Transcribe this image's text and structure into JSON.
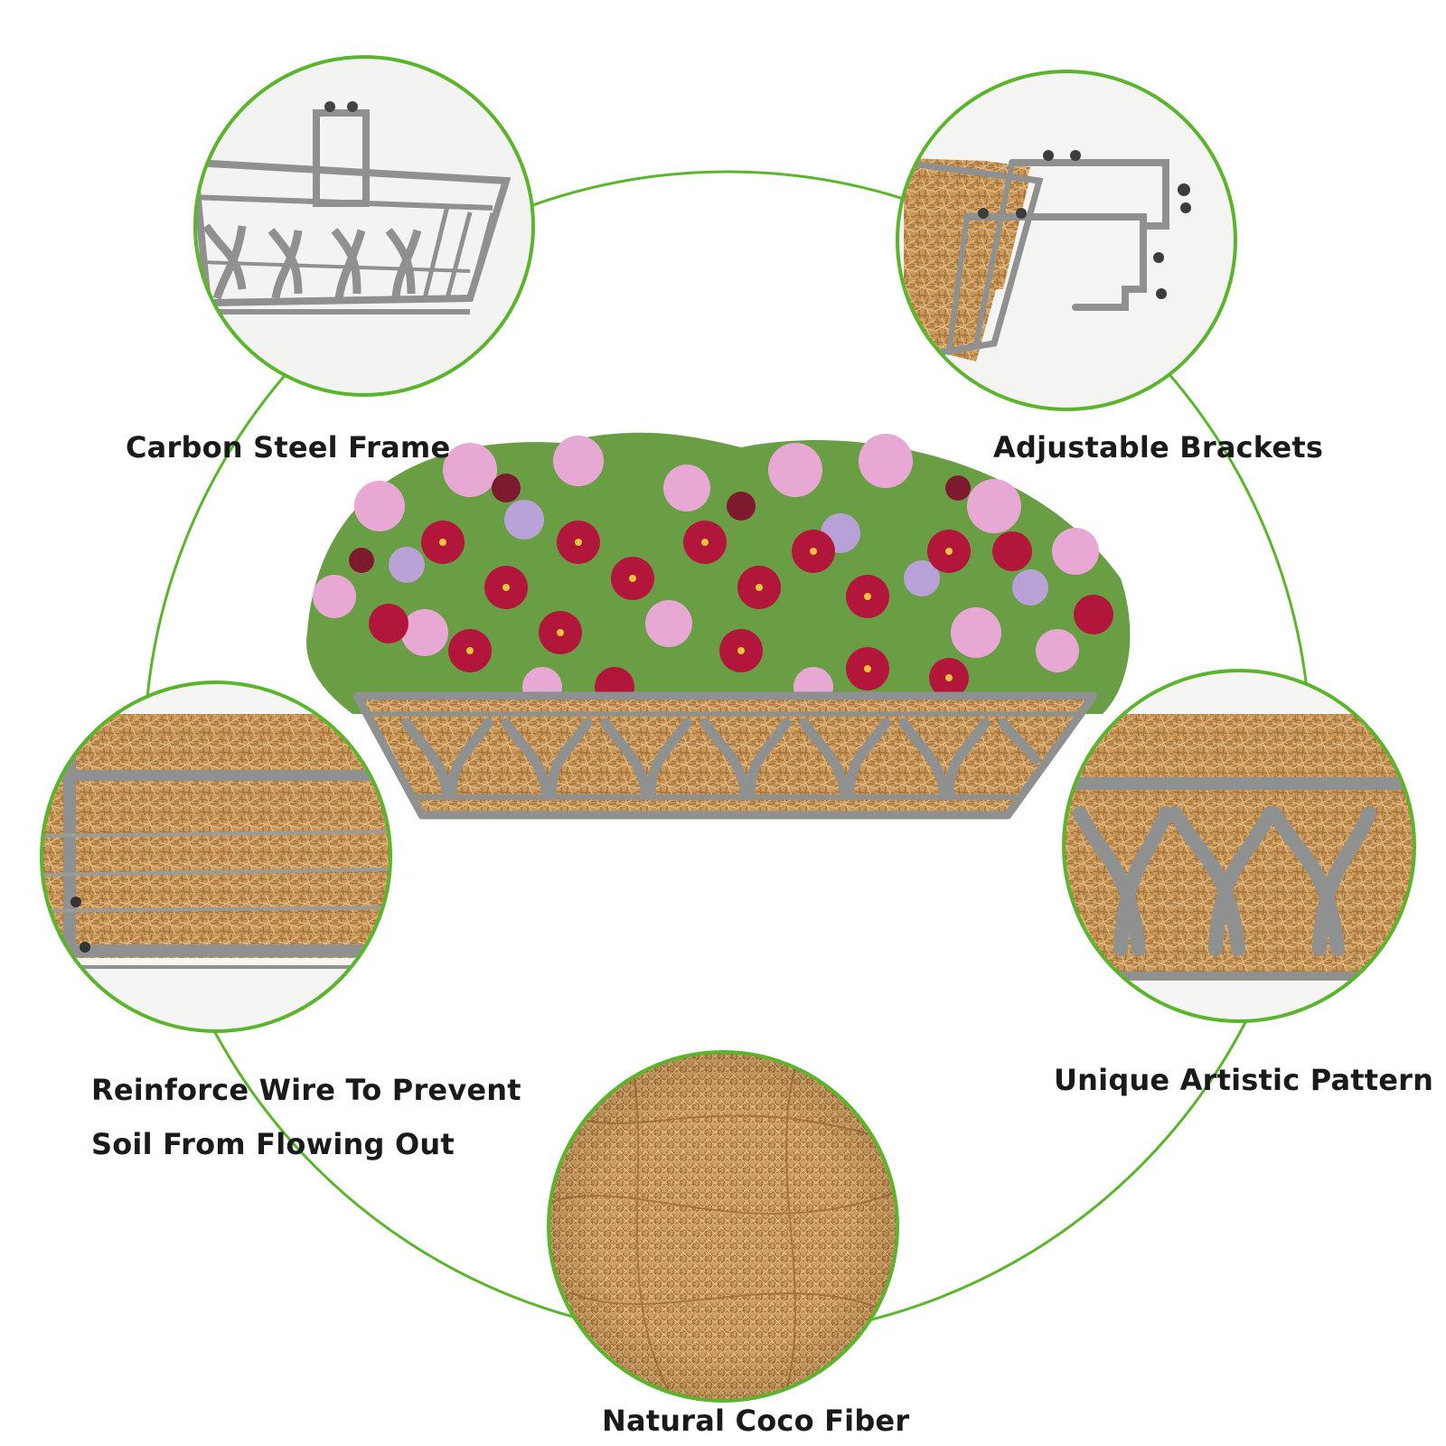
{
  "features": {
    "carbon_steel_frame": "Carbon Steel Frame",
    "adjustable_brackets": "Adjustable Brackets",
    "reinforce_wire_line1": "Reinforce Wire To Prevent",
    "reinforce_wire_line2": "Soil From Flowing Out",
    "unique_pattern": "Unique Artistic Pattern",
    "coco_fiber": "Natural Coco Fiber"
  },
  "colors": {
    "ring_green": "#5ab52c",
    "frame_gray": "#8e918f",
    "coco_brown": "#c99a5a",
    "flower_red": "#b3163b",
    "flower_pink": "#e7a9d3",
    "leaf_green": "#5e9a3b"
  }
}
